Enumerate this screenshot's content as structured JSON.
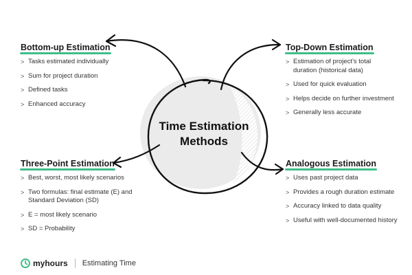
{
  "center": {
    "line1": "Time Estimation",
    "line2": "Methods"
  },
  "sections": {
    "bottom_up": {
      "title": "Bottom-up Estimation",
      "items": [
        "Tasks estimated individually",
        "Sum for project duration",
        "Defined tasks",
        "Enhanced accuracy"
      ]
    },
    "top_down": {
      "title": "Top-Down Estimation",
      "items": [
        "Estimation of  project's total duration (historical data)",
        "Used for quick evaluation",
        "Helps decide on further investment",
        "Generally less accurate"
      ]
    },
    "three_point": {
      "title": "Three-Point Estimation",
      "items": [
        "Best, worst, most likely scenarios",
        "Two formulas: final estimate (E) and Standard Deviation (SD)",
        "E = most likely scenario",
        "SD = Probability"
      ]
    },
    "analogous": {
      "title": "Analogous Estimation",
      "items": [
        "Uses past project data",
        "Provides a rough duration estimate",
        "Accuracy linked to data quality",
        "Useful with well-documented history"
      ]
    }
  },
  "footer": {
    "brand": "myhours",
    "label": "Estimating Time"
  },
  "colors": {
    "accent": "#3fbd8a",
    "ink": "#111111",
    "shadow": "#ebebeb"
  },
  "icons": {
    "logo": "myhours-logo-icon"
  }
}
